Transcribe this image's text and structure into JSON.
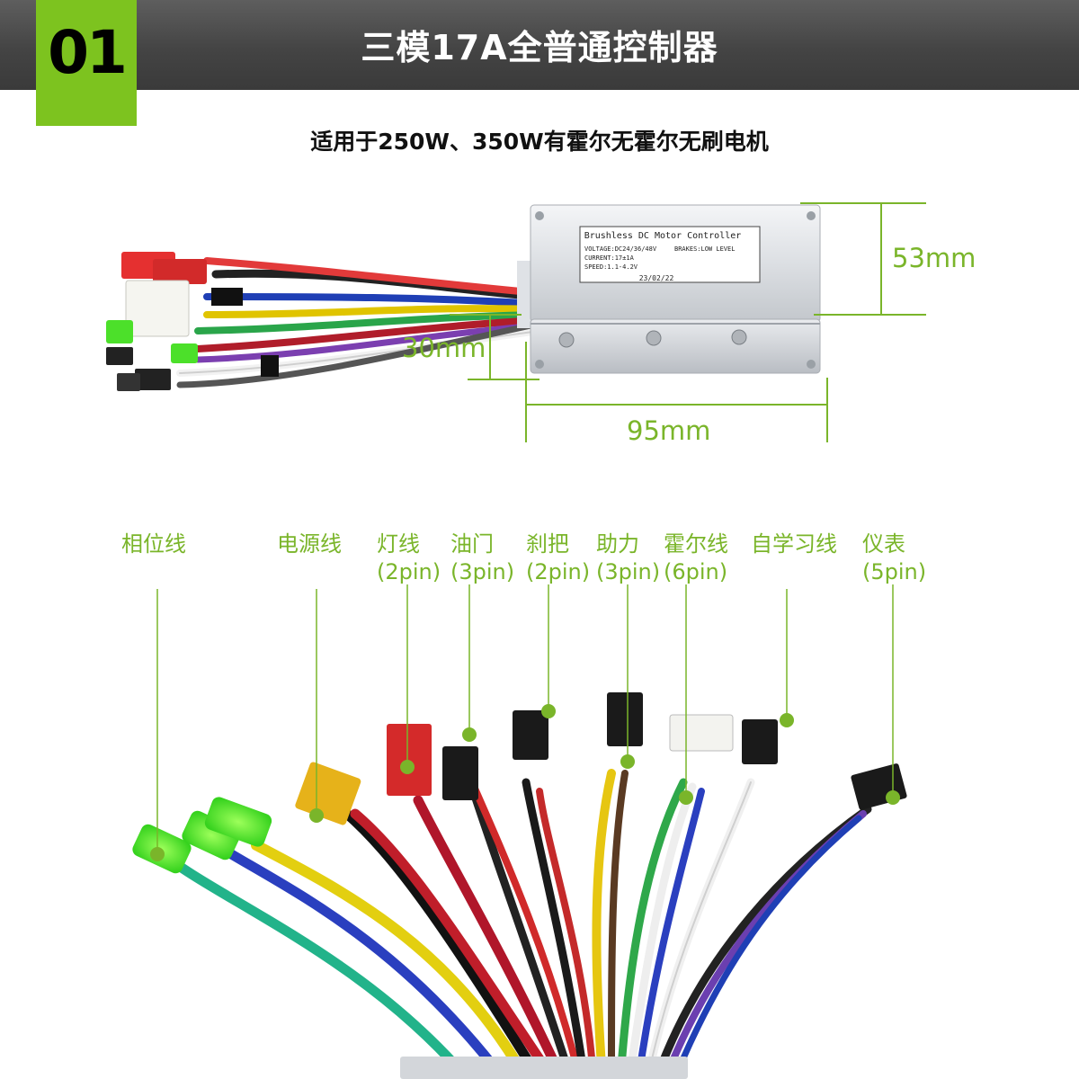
{
  "header": {
    "number": "01",
    "title": "三模17A全普通控制器"
  },
  "subtitle": "适用于250W、350W有霍尔无霍尔无刷电机",
  "controller_label": {
    "heading": "Brushless DC Motor Controller",
    "voltage": "VOLTAGE:DC24/36/48V",
    "brakes": "BRAKES:LOW LEVEL",
    "current": "CURRENT:17±1A",
    "speed": "SPEED:1.1-4.2V",
    "date": "23/02/22"
  },
  "dimensions": {
    "height": "53mm",
    "depth": "30mm",
    "length": "95mm"
  },
  "connectors": [
    {
      "name": "相位线",
      "pins": ""
    },
    {
      "name": "电源线",
      "pins": ""
    },
    {
      "name": "灯线",
      "pins": "(2pin)"
    },
    {
      "name": "油门",
      "pins": "(3pin)"
    },
    {
      "name": "刹把",
      "pins": "(2pin)"
    },
    {
      "name": "助力",
      "pins": "(3pin)"
    },
    {
      "name": "霍尔线",
      "pins": "(6pin)"
    },
    {
      "name": "自学习线",
      "pins": ""
    },
    {
      "name": "仪表",
      "pins": "(5pin)"
    }
  ],
  "colors": {
    "accent_green": "#7dc31f",
    "label_green": "#7ab52a",
    "header_gray": "#4a4a4a"
  }
}
